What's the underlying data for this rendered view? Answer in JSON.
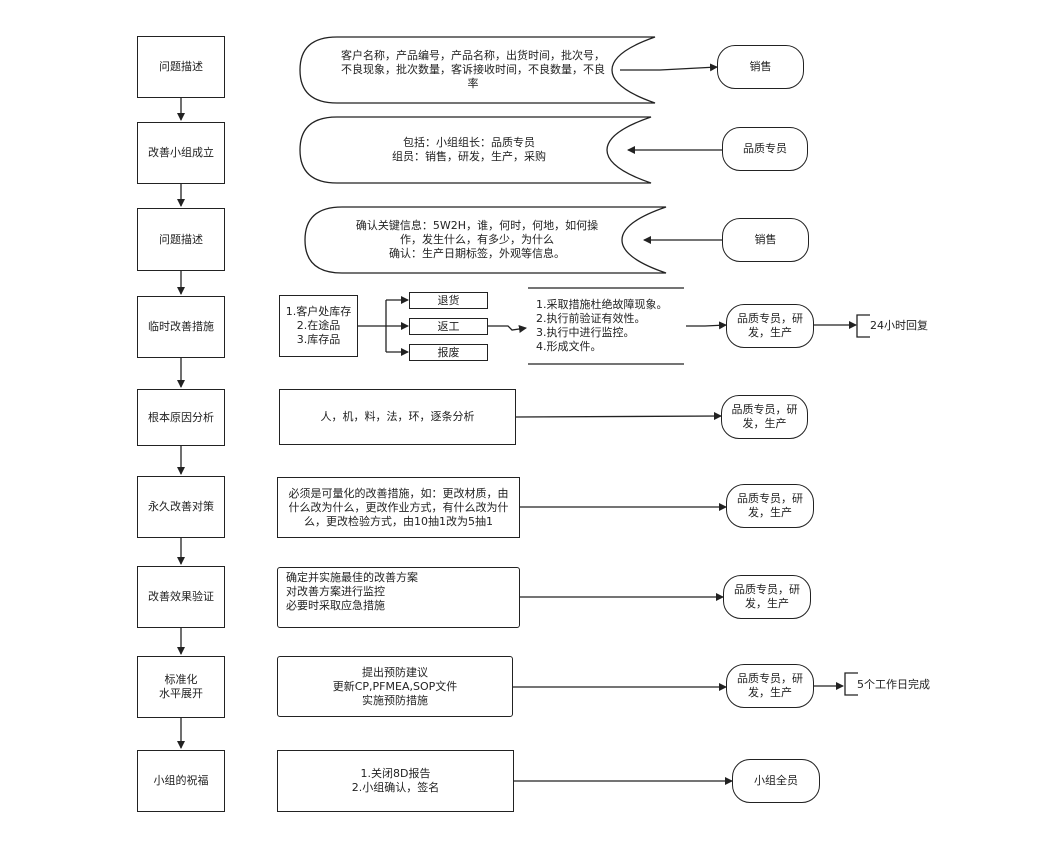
{
  "steps": [
    "问题描述",
    "改善小组成立",
    "问题描述",
    "临时改善措施",
    "根本原因分析",
    "永久改善对策",
    "改善效果验证",
    "标准化\n水平展开",
    "小组的祝福"
  ],
  "contents": {
    "c1": "客户名称，产品编号，产品名称，出货时间，批次号，不良现象，批次数量，客诉接收时间，不良数量，不良率",
    "c2": "包括：小组组长：品质专员\n组员：销售，研发，生产，采购",
    "c3": "确认关键信息：5W2H，谁，何时，何地，如何操作，发生什么，有多少，为什么\n确认：生产日期标签，外观等信息。",
    "c4_stock": "1.客户处库存\n2.在途品\n3.库存品",
    "c4_return": "退货",
    "c4_rework": "返工",
    "c4_scrap": "报废",
    "c4_actions": "1.采取措施杜绝故障现象。\n2.执行前验证有效性。\n3.执行中进行监控。\n4.形成文件。",
    "c5": "人，机，料，法，环，逐条分析",
    "c6": "必须是可量化的改善措施，如：更改材质，由什么改为什么，更改作业方式，有什么改为什么，更改检验方式，由10抽1改为5抽1",
    "c7": "确定并实施最佳的改善方案\n对改善方案进行监控\n必要时采取应急措施",
    "c8": "提出预防建议\n更新CP,PFMEA,SOP文件\n实施预防措施",
    "c9": "1.关闭8D报告\n2.小组确认，签名"
  },
  "owners": {
    "o1": "销售",
    "o2": "品质专员",
    "o3": "销售",
    "o4": "品质专员，研发，生产",
    "o5": "品质专员，研发，生产",
    "o6": "品质专员，研发，生产",
    "o7": "品质专员，研发，生产",
    "o8": "品质专员，研发，生产",
    "o9": "小组全员"
  },
  "notes": {
    "n4": "24小时回复",
    "n8": "5个工作日完成"
  }
}
